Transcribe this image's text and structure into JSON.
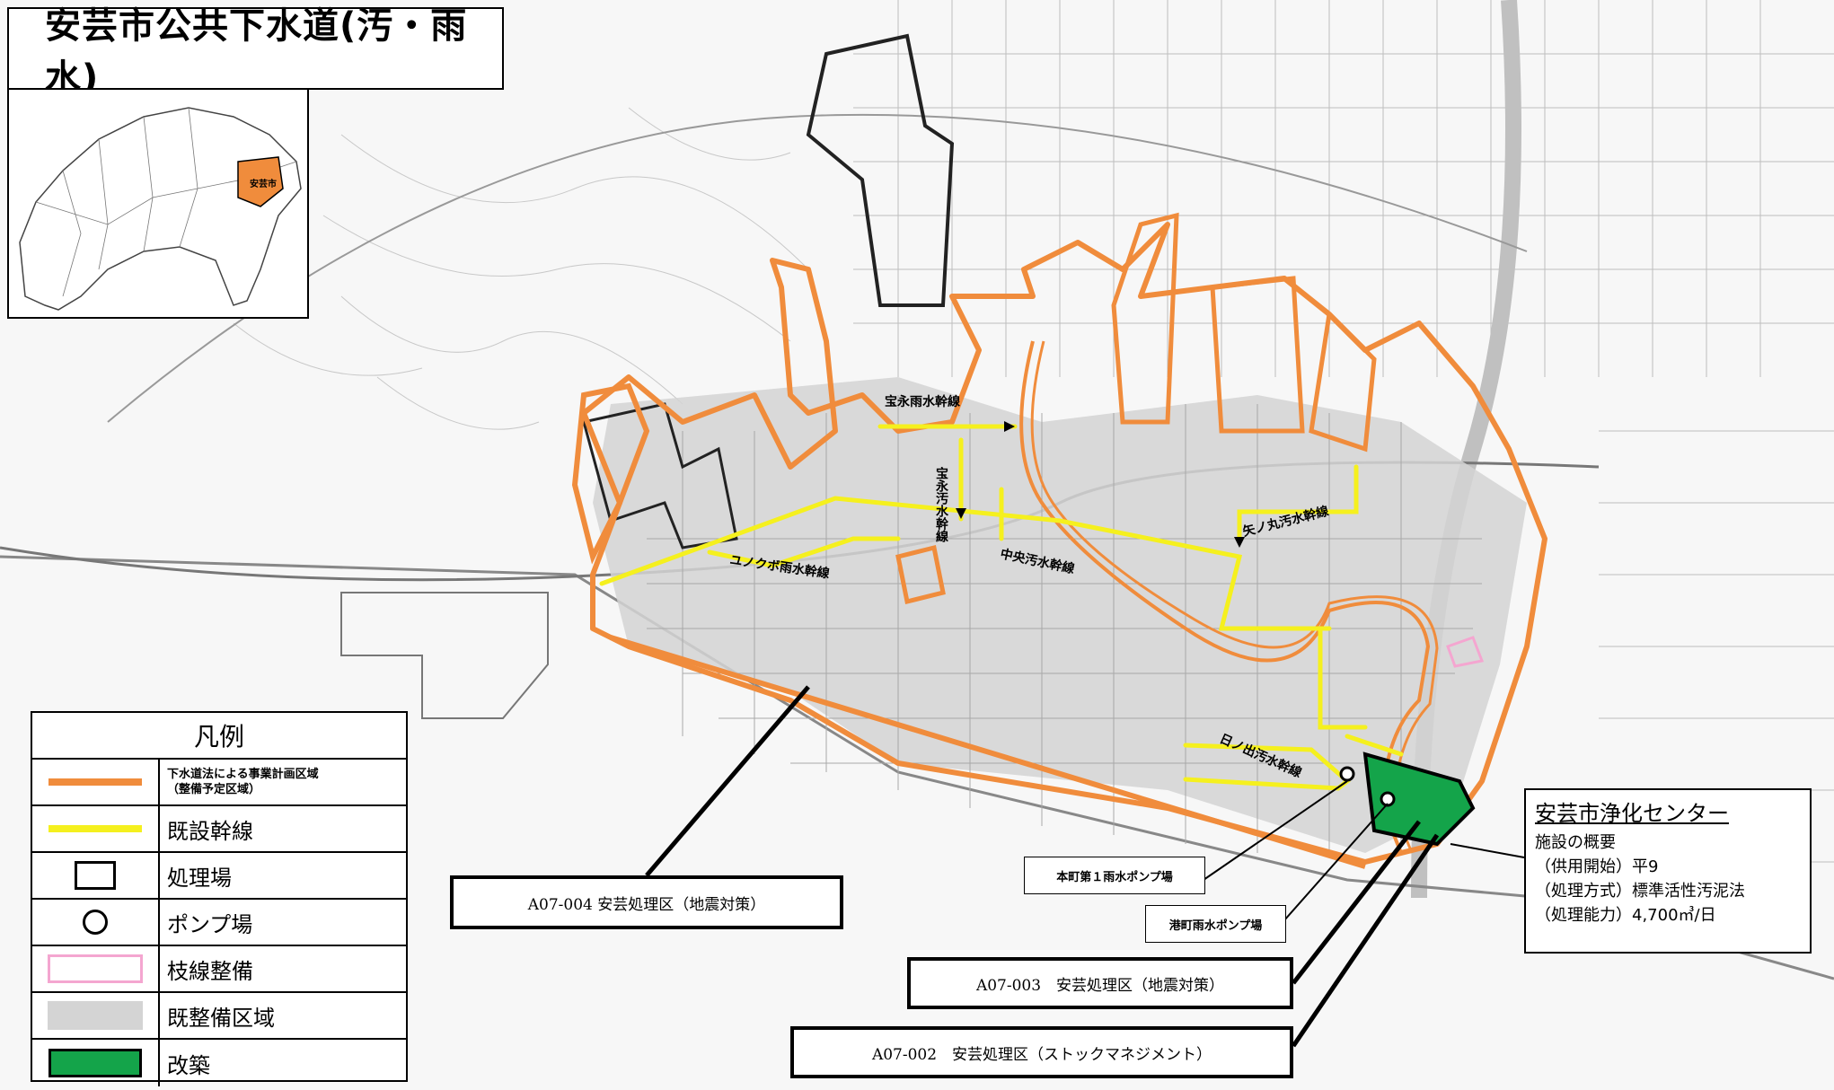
{
  "title": "安芸市公共下水道(汚・雨水)",
  "legend": {
    "heading": "凡例",
    "items": [
      {
        "label": "下水道法による事業計画区域\n（整備予定区域）",
        "symbol": "orange-line",
        "color": "#f08c3c"
      },
      {
        "label": "既設幹線",
        "symbol": "yellow-line",
        "color": "#f5f01e"
      },
      {
        "label": "処理場",
        "symbol": "square-outline"
      },
      {
        "label": "ポンプ場",
        "symbol": "circle-outline"
      },
      {
        "label": "枝線整備",
        "symbol": "pink-outline",
        "color": "#f4a6d0"
      },
      {
        "label": "既整備区域",
        "symbol": "gray-fill",
        "color": "#d4d4d4"
      },
      {
        "label": "改築",
        "symbol": "green-fill",
        "color": "#14a44a"
      }
    ]
  },
  "trunk_labels": {
    "houei_rain": "宝永雨水幹線",
    "houei_sewage": "宝永汚水幹線",
    "yanomaru": "矢ノ丸汚水幹線",
    "chuo": "中央汚水幹線",
    "konokuki": "ユノクボ雨水幹線",
    "hinode": "日ノ出汚水幹線"
  },
  "pump_labels": {
    "honmachi": "本町第１雨水ポンプ場",
    "minatomachi": "港町雨水ポンプ場"
  },
  "callouts": {
    "c004": "A07-004 安芸処理区（地震対策）",
    "c003": "A07-003　安芸処理区（地震対策）",
    "c002": "A07-002　安芸処理区（ストックマネジメント）"
  },
  "facility": {
    "name": "安芸市浄化センター",
    "heading": "施設の概要",
    "lines": [
      "（供用開始）平9",
      "（処理方式）標準活性汚泥法",
      "（処理能力）4,700㎥/日"
    ]
  },
  "inset_map": {
    "highlight": "安芸市",
    "highlight_color": "#f08c3c"
  }
}
